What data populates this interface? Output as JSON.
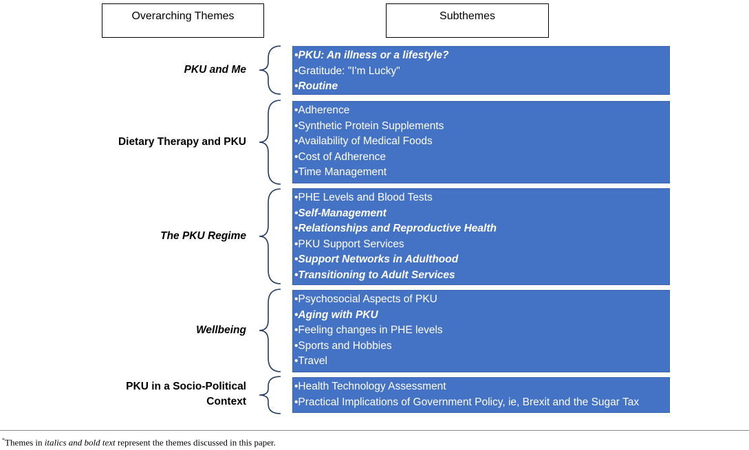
{
  "headers": {
    "left": "Overarching Themes",
    "right": "Subthemes"
  },
  "themes": [
    {
      "label": "PKU and Me",
      "italic": true,
      "subthemes": [
        {
          "text": "•PKU: An illness or a lifestyle?",
          "emphasis": true
        },
        {
          "text": "•Gratitude: \"I'm Lucky\"",
          "emphasis": false
        },
        {
          "text": "•Routine",
          "emphasis": true
        }
      ]
    },
    {
      "label": "Dietary Therapy and PKU",
      "italic": false,
      "subthemes": [
        {
          "text": "•Adherence",
          "emphasis": false
        },
        {
          "text": "•Synthetic Protein Supplements",
          "emphasis": false
        },
        {
          "text": "•Availability of Medical Foods",
          "emphasis": false
        },
        {
          "text": "•Cost of Adherence",
          "emphasis": false
        },
        {
          "text": "•Time Management",
          "emphasis": false
        }
      ]
    },
    {
      "label": "The PKU Regime",
      "italic": true,
      "subthemes": [
        {
          "text": "•PHE Levels and Blood Tests",
          "emphasis": false
        },
        {
          "text": "•Self-Management",
          "emphasis": true
        },
        {
          "text": "•Relationships and Reproductive Health",
          "emphasis": true
        },
        {
          "text": "•PKU Support Services",
          "emphasis": false
        },
        {
          "text": "•Support Networks in Adulthood",
          "emphasis": true
        },
        {
          "text": "•Transitioning to Adult Services",
          "emphasis": true
        }
      ]
    },
    {
      "label": "Wellbeing",
      "italic": true,
      "subthemes": [
        {
          "text": "•Psychosocial Aspects of PKU",
          "emphasis": false
        },
        {
          "text": "•Aging with PKU",
          "emphasis": true
        },
        {
          "text": "•Feeling changes in PHE levels",
          "emphasis": false
        },
        {
          "text": "•Sports and Hobbies",
          "emphasis": false
        },
        {
          "text": "•Travel",
          "emphasis": false
        }
      ]
    },
    {
      "label_lines": [
        "PKU in a Socio-Political",
        "Context"
      ],
      "italic": false,
      "subthemes": [
        {
          "text": "•Health Technology Assessment",
          "emphasis": false
        },
        {
          "text": "•Practical Implications of Government Policy, ie, Brexit and the Sugar Tax",
          "emphasis": false
        }
      ]
    }
  ],
  "footnote": {
    "marker": "*",
    "part1": "Themes in ",
    "part2_italic": "italics and bold text",
    "part3": " represent the themes discussed in this paper."
  },
  "colors": {
    "box_fill": "#4472c4",
    "brace": "#1f3864"
  }
}
